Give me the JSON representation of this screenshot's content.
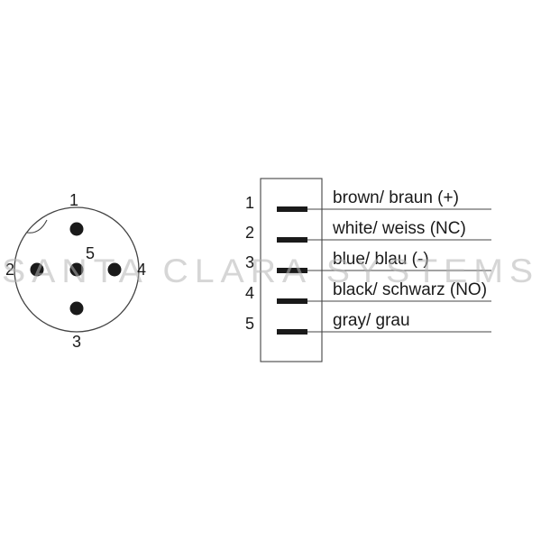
{
  "connector": {
    "pins": [
      {
        "number": "1"
      },
      {
        "number": "2"
      },
      {
        "number": "3"
      },
      {
        "number": "4"
      },
      {
        "number": "5"
      }
    ]
  },
  "terminal_block": {
    "rows": [
      {
        "number": "1",
        "wire": "brown/ braun (+)"
      },
      {
        "number": "2",
        "wire": "white/ weiss (NC)"
      },
      {
        "number": "3",
        "wire": "blue/ blau (-)"
      },
      {
        "number": "4",
        "wire": "black/ schwarz (NO)"
      },
      {
        "number": "5",
        "wire": "gray/ grau"
      }
    ]
  },
  "watermark": {
    "text": "SANTA CLARA SYSTEMS"
  },
  "colors": {
    "line": "#444444",
    "pin": "#1a1a1a",
    "watermark": "#b4b4b4"
  }
}
